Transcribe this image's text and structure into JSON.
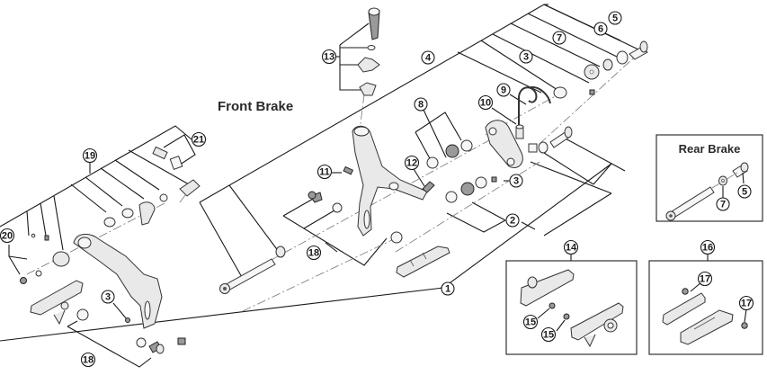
{
  "titles": {
    "front_brake": "Front Brake",
    "rear_brake": "Rear Brake"
  },
  "callouts": [
    {
      "id": "c1",
      "label": "1"
    },
    {
      "id": "c2",
      "label": "2"
    },
    {
      "id": "c3a",
      "label": "3"
    },
    {
      "id": "c3b",
      "label": "3"
    },
    {
      "id": "c3c",
      "label": "3"
    },
    {
      "id": "c4",
      "label": "4"
    },
    {
      "id": "c5",
      "label": "5"
    },
    {
      "id": "c5r",
      "label": "5"
    },
    {
      "id": "c6",
      "label": "6"
    },
    {
      "id": "c7",
      "label": "7"
    },
    {
      "id": "c7r",
      "label": "7"
    },
    {
      "id": "c8",
      "label": "8"
    },
    {
      "id": "c9",
      "label": "9"
    },
    {
      "id": "c10",
      "label": "10"
    },
    {
      "id": "c11",
      "label": "11"
    },
    {
      "id": "c12",
      "label": "12"
    },
    {
      "id": "c13",
      "label": "13"
    },
    {
      "id": "c14",
      "label": "14"
    },
    {
      "id": "c15a",
      "label": "15"
    },
    {
      "id": "c15b",
      "label": "15"
    },
    {
      "id": "c16",
      "label": "16"
    },
    {
      "id": "c17a",
      "label": "17"
    },
    {
      "id": "c17b",
      "label": "17"
    },
    {
      "id": "c18a",
      "label": "18"
    },
    {
      "id": "c18b",
      "label": "18"
    },
    {
      "id": "c19",
      "label": "19"
    },
    {
      "id": "c20",
      "label": "20"
    },
    {
      "id": "c21",
      "label": "21"
    }
  ]
}
